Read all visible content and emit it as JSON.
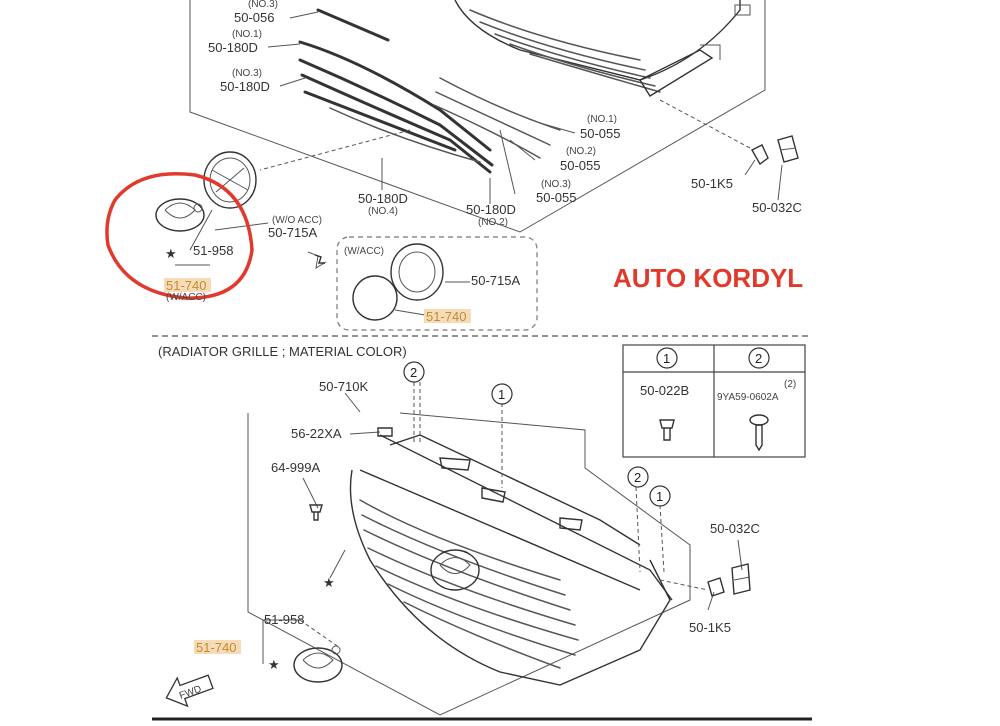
{
  "labels": {
    "no3_top": "(NO.3)",
    "p50056": "50-056",
    "no1_a": "(NO.1)",
    "p50180D_a": "50-180D",
    "no3_b": "(NO.3)",
    "p50180D_b": "50-180D",
    "no1_c": "(NO.1)",
    "p50055_a": "50-055",
    "no2_c": "(NO.2)",
    "p50055_b": "50-055",
    "no3_c": "(NO.3)",
    "p50055_c": "50-055",
    "p501K5_top": "50-1K5",
    "p50032C_top": "50-032C",
    "p50180D_no4": "50-180D",
    "no4": "(NO.4)",
    "p50180D_no2": "50-180D",
    "no2_d": "(NO.2)",
    "wo_acc": "(W/O ACC)",
    "p50715A_a": "50-715A",
    "p51958_a": "51-958",
    "p51740_a": "51-740",
    "w_acc_small": "(W/ACC)",
    "w_acc": "(W/ACC)",
    "p50715A_b": "50-715A",
    "p51740_b": "51-740",
    "section_title": "(RADIATOR GRILLE ; MATERIAL COLOR)",
    "p50710K": "50-710K",
    "p5622XA": "56-22XA",
    "p64999A": "64-999A",
    "p50032C_bot": "50-032C",
    "p501K5_bot": "50-1K5",
    "p51958_b": "51-958",
    "p51740_c": "51-740",
    "fwd": "FWD",
    "star": "★",
    "c1": "1",
    "c2": "2"
  },
  "table": {
    "col1_num": "1",
    "col2_num": "2",
    "col1_part": "50-022B",
    "col2_qty": "(2)",
    "col2_part": "9YA59-0602A"
  },
  "watermark": "AUTO KORDYL"
}
